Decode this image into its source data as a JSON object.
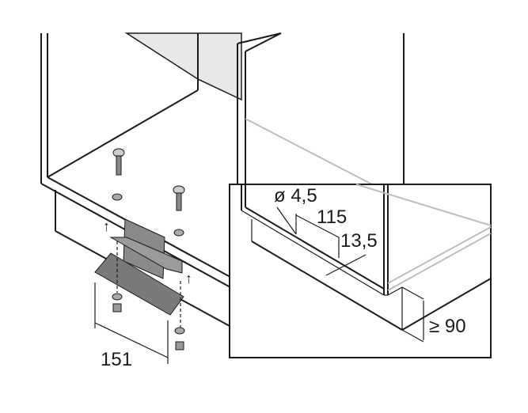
{
  "diagram": {
    "dimensions": {
      "plinth_clip_width": "151",
      "hole_diameter": "ø 4,5",
      "hole_spacing": "115",
      "edge_offset": "13,5",
      "min_plinth_height": "≥ 90"
    },
    "colors": {
      "line": "#1a1a1a",
      "part": "#7a7a7a",
      "panel": "#e6e6e6",
      "hidden": "#bdbdbd"
    }
  }
}
